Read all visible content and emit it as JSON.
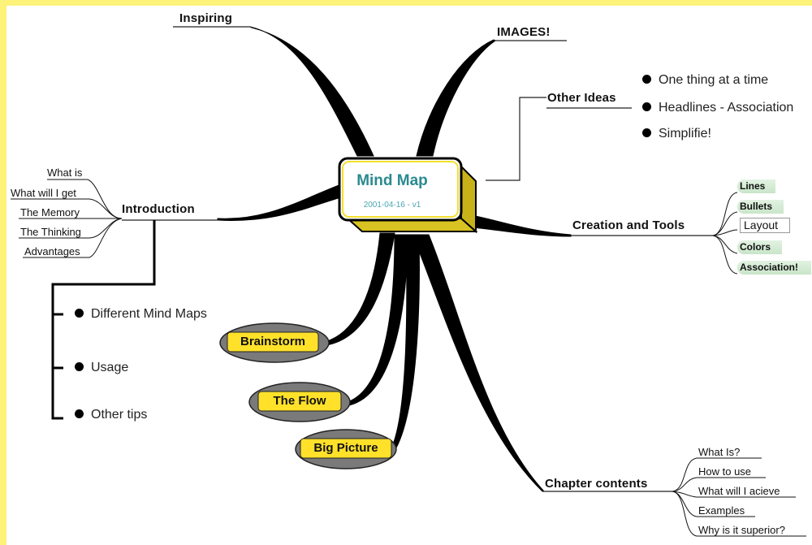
{
  "center": {
    "title": "Mind Map",
    "date": "2001-04-16 - v1"
  },
  "branches": {
    "inspiring": "Inspiring",
    "images": "IMAGES!",
    "other_ideas": {
      "label": "Other Ideas",
      "items": [
        "One thing at a time",
        "Headlines - Association",
        "Simplifie!"
      ]
    },
    "introduction": {
      "label": "Introduction",
      "items": [
        "What is",
        "What will I get",
        "The Memory",
        "The Thinking",
        "Advantages"
      ]
    },
    "tips": [
      "Different Mind Maps",
      "Usage",
      "Other tips"
    ],
    "creation": {
      "label": "Creation and Tools",
      "items": [
        "Lines",
        "Bullets",
        "Layout",
        "Colors",
        "Association!"
      ]
    },
    "pills": [
      "Brainstorm",
      "The Flow",
      "Big Picture"
    ],
    "chapter": {
      "label": "Chapter contents",
      "items": [
        "What Is?",
        "How to use",
        "What will I acieve",
        "Examples",
        "Why is it superior?"
      ]
    }
  },
  "colors": {
    "frame": "#fdf27a",
    "center_box": "#f3df2e",
    "title": "#2a8a8f",
    "pill_fill": "#ffe12a",
    "pill_outer": "#7a7a7a",
    "tag_fill": "#cde7cd"
  }
}
